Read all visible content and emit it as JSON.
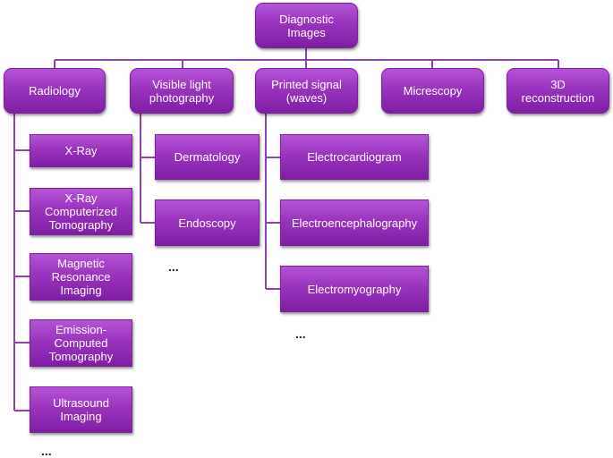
{
  "root": {
    "label": "Diagnostic\nImages"
  },
  "categories": [
    {
      "label": "Radiology"
    },
    {
      "label": "Visible light\nphotography"
    },
    {
      "label": "Printed signal\n(waves)"
    },
    {
      "label": "Micrescopy"
    },
    {
      "label": "3D\nreconstruction"
    }
  ],
  "radiology_items": [
    {
      "label": "X-Ray"
    },
    {
      "label": "X-Ray\nComputerized\nTomography"
    },
    {
      "label": "Magnetic\nResonance\nImaging"
    },
    {
      "label": "Emission-\nComputed\nTomography"
    },
    {
      "label": "Ultrasound\nImaging"
    }
  ],
  "photography_items": [
    {
      "label": "Dermatology"
    },
    {
      "label": "Endoscopy"
    }
  ],
  "signal_items": [
    {
      "label": "Electrocardiogram"
    },
    {
      "label": "Electroencephalography"
    },
    {
      "label": "Electromyography"
    }
  ],
  "ellipsis": "..."
}
